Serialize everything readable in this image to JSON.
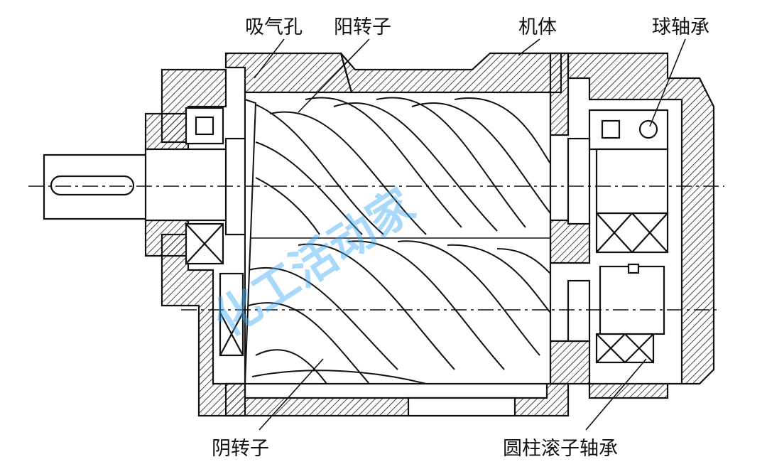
{
  "labels": {
    "suction_port": "吸气孔",
    "male_rotor": "阳转子",
    "casing": "机体",
    "ball_bearing": "球轴承",
    "female_rotor": "阴转子",
    "roller_bearing": "圆柱滚子轴承"
  },
  "watermark": "化工活动家",
  "colors": {
    "ink": "#111111",
    "hatch": "#1a1a1a",
    "watermark": "#3fa9f5",
    "background": "#ffffff"
  }
}
